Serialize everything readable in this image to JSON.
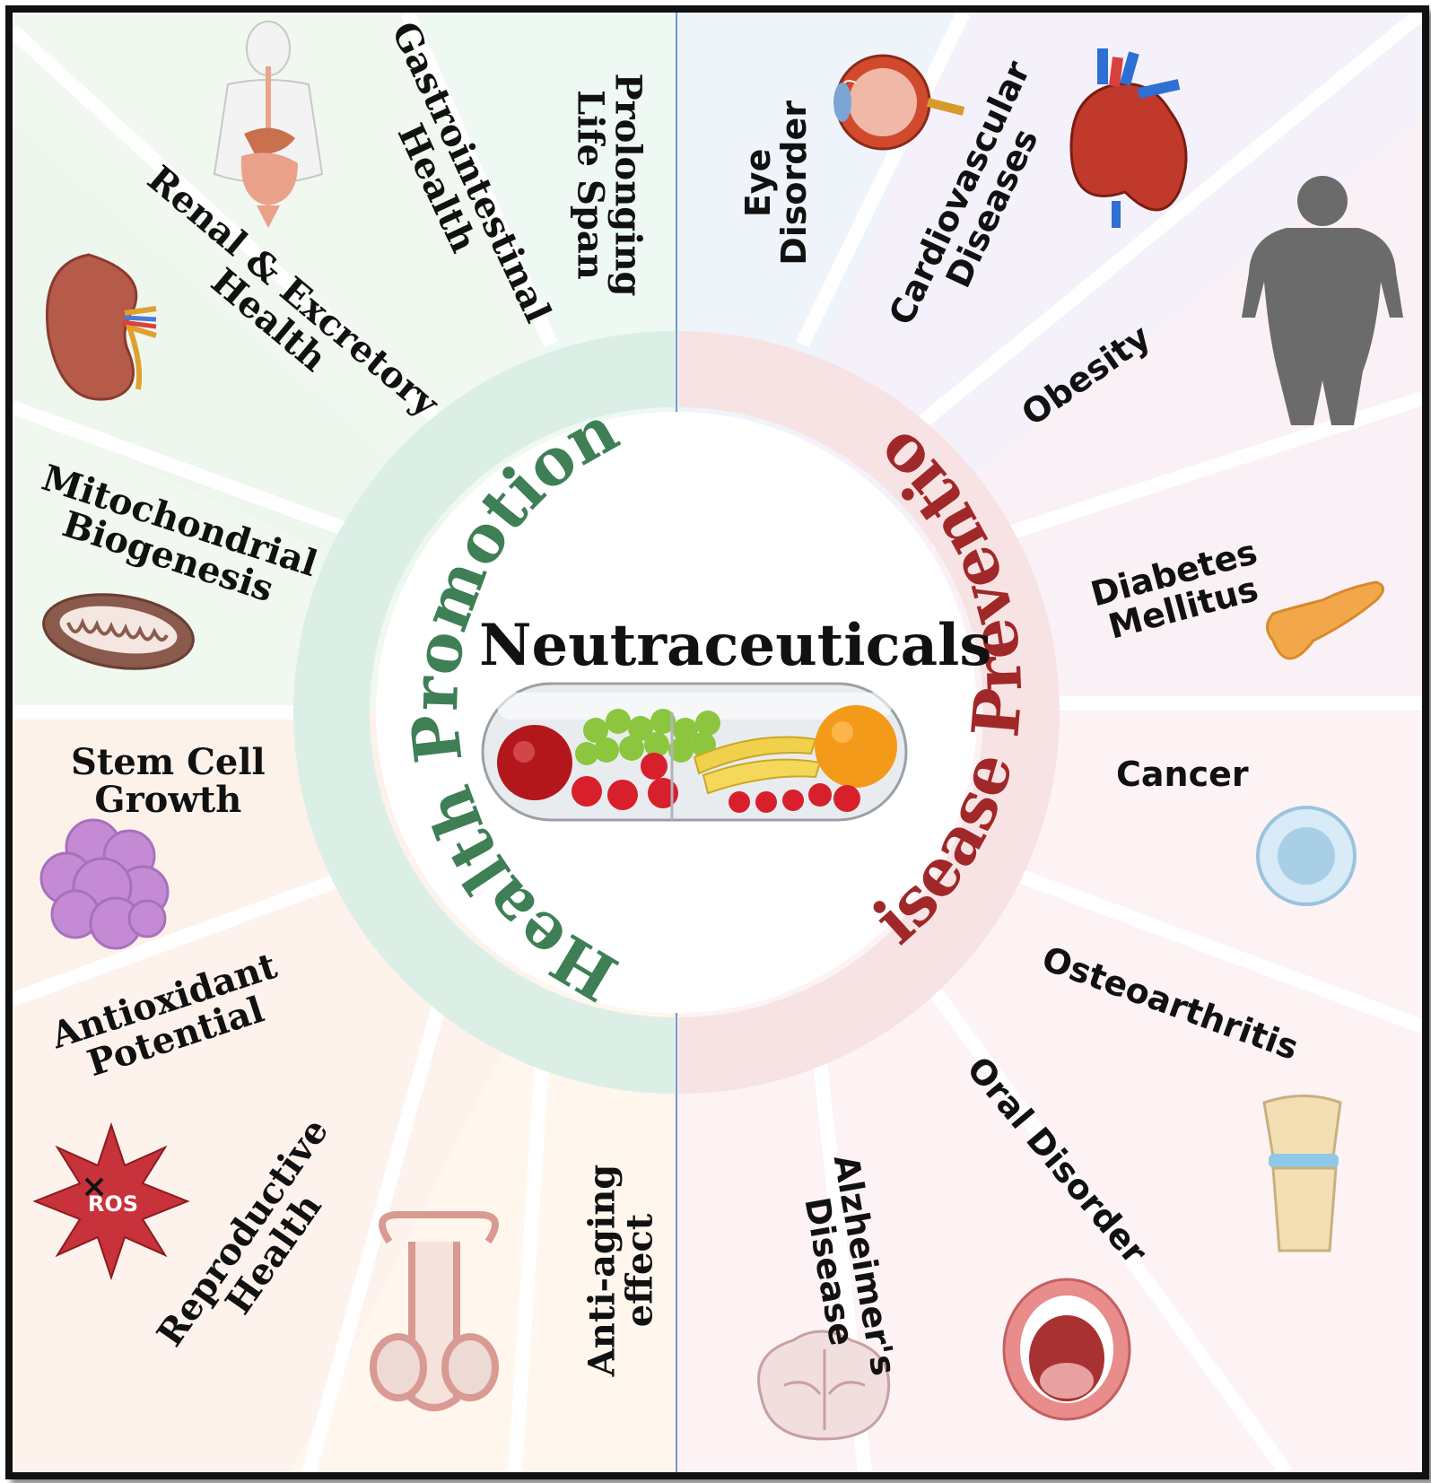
{
  "center": {
    "title": "Neutraceuticals"
  },
  "halves": {
    "left": {
      "title": "Health Promotion",
      "color": "#3e7f56"
    },
    "right": {
      "title": "Disease Prevention",
      "color": "#a02828"
    }
  },
  "health_promotion": [
    {
      "id": "prolonging",
      "lines": [
        "Prolonging",
        "Life Span"
      ]
    },
    {
      "id": "gi",
      "lines": [
        "Gastrointestinal",
        "Health"
      ],
      "icon": "digestive-system-icon"
    },
    {
      "id": "renal",
      "lines": [
        "Renal & Excretory",
        "Health"
      ],
      "icon": "kidney-icon"
    },
    {
      "id": "mito",
      "lines": [
        "Mitochondrial",
        "Biogenesis"
      ],
      "icon": "mitochondria-icon"
    },
    {
      "id": "stem",
      "lines": [
        "Stem Cell",
        "Growth"
      ],
      "icon": "stem-cell-cluster-icon"
    },
    {
      "id": "antiox",
      "lines": [
        "Antioxidant",
        "Potential"
      ],
      "icon": "ros-burst-icon",
      "icon_text": "ROS"
    },
    {
      "id": "repro",
      "lines": [
        "Reproductive",
        "Health"
      ],
      "icon": "reproductive-organ-icon"
    },
    {
      "id": "antiaging",
      "lines": [
        "Anti-aging",
        "effect"
      ]
    }
  ],
  "disease_prevention": [
    {
      "id": "eye",
      "lines": [
        "Eye",
        "Disorder"
      ],
      "icon": "eye-icon"
    },
    {
      "id": "cardio",
      "lines": [
        "Cardiovascular",
        "Diseases"
      ],
      "icon": "heart-icon"
    },
    {
      "id": "obesity",
      "lines": [
        "Obesity"
      ],
      "icon": "obese-body-icon"
    },
    {
      "id": "diabetes",
      "lines": [
        "Diabetes",
        "Mellitus"
      ],
      "icon": "pancreas-icon"
    },
    {
      "id": "cancer",
      "lines": [
        "Cancer"
      ],
      "icon": "cancer-cell-icon"
    },
    {
      "id": "osteo",
      "lines": [
        "Osteoarthritis"
      ],
      "icon": "knee-joint-icon"
    },
    {
      "id": "oral",
      "lines": [
        "Oral Disorder"
      ],
      "icon": "open-mouth-icon"
    },
    {
      "id": "alz",
      "lines": [
        "Alzheimer's",
        "Disease"
      ],
      "icon": "brain-section-icon"
    }
  ]
}
